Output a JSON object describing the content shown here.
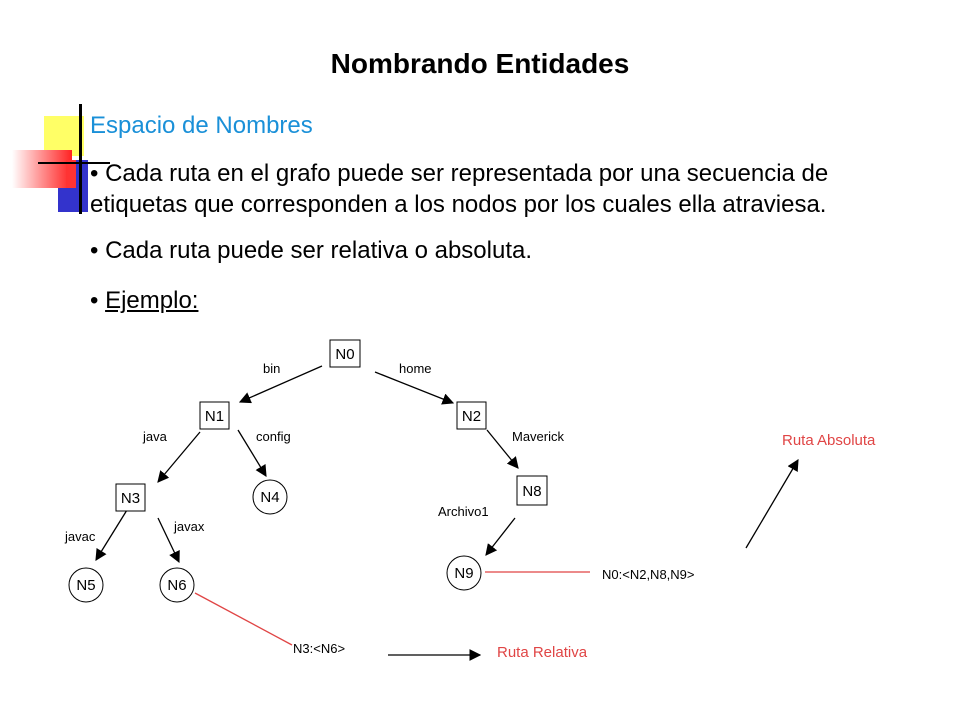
{
  "slide": {
    "title": "Nombrando Entidades",
    "subtitle": "Espacio de Nombres",
    "bullets": [
      "• Cada ruta en el grafo puede ser representada por una secuencia de etiquetas que corresponden a los nodos por los cuales ella atraviesa.",
      "• Cada ruta puede ser relativa o absoluta."
    ],
    "example_bullet": "• ",
    "example_label": "Ejemplo:"
  },
  "diagram": {
    "nodes": {
      "n0": "N0",
      "n1": "N1",
      "n2": "N2",
      "n3": "N3",
      "n4": "N4",
      "n5": "N5",
      "n6": "N6",
      "n8": "N8",
      "n9": "N9"
    },
    "edges": {
      "bin": "bin",
      "home": "home",
      "java": "java",
      "config": "config",
      "maverick": "Maverick",
      "javac": "javac",
      "javax": "javax",
      "archivo1": "Archivo1"
    },
    "annotations": {
      "absolute_path": "N0:<N2,N8,N9>",
      "relative_path": "N3:<N6>",
      "absolute_label": "Ruta Absoluta",
      "relative_label": "Ruta Relativa"
    },
    "colors": {
      "link": "#e04545",
      "title_blue": "#1a90d8"
    }
  }
}
